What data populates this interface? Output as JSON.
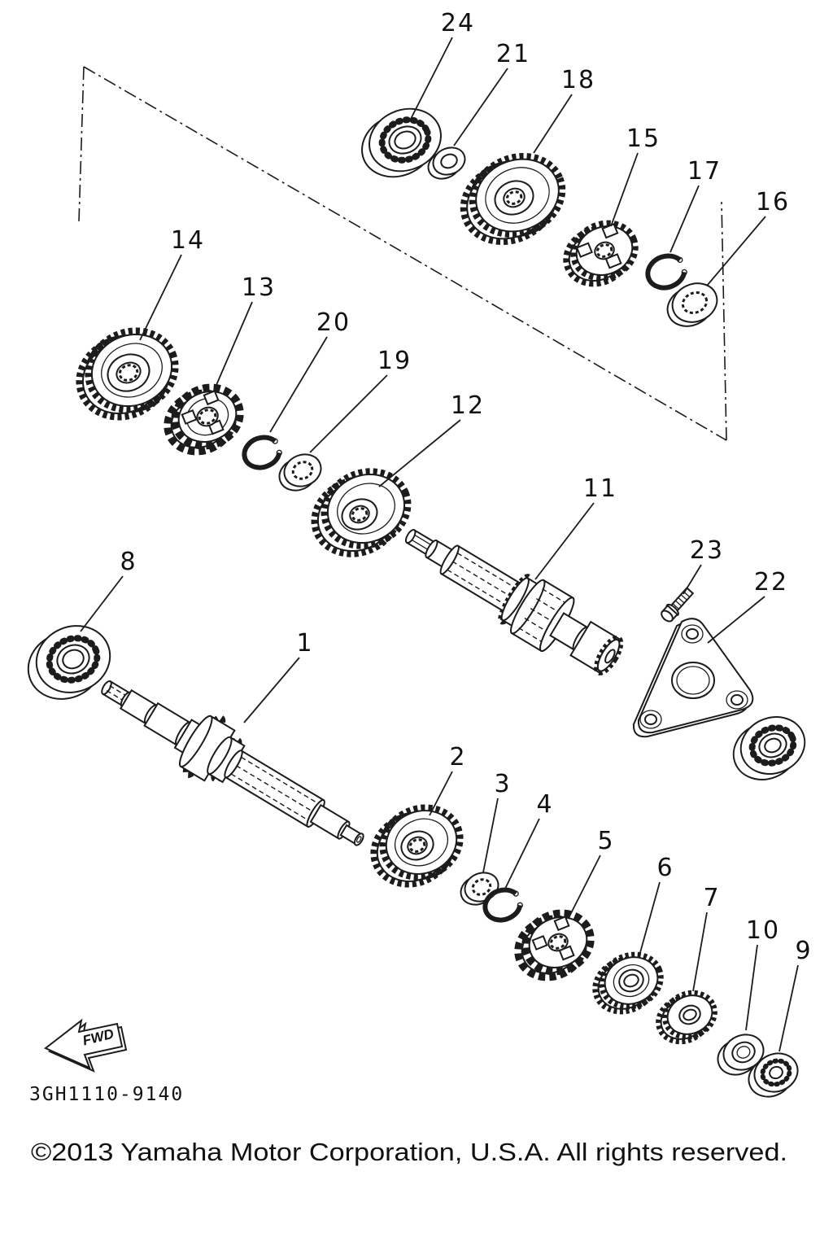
{
  "diagram": {
    "code": "3GH1110-9140",
    "copyright": "©2013 Yamaha Motor Corporation, U.S.A. All rights reserved.",
    "fwd_label": "FWD",
    "ink_color": "#1c1c1c",
    "paper_color": "#ffffff"
  },
  "parts": [
    {
      "label": "1"
    },
    {
      "label": "2"
    },
    {
      "label": "3"
    },
    {
      "label": "4"
    },
    {
      "label": "5"
    },
    {
      "label": "6"
    },
    {
      "label": "7"
    },
    {
      "label": "8"
    },
    {
      "label": "9"
    },
    {
      "label": "10"
    },
    {
      "label": "11"
    },
    {
      "label": "12"
    },
    {
      "label": "13"
    },
    {
      "label": "14"
    },
    {
      "label": "15"
    },
    {
      "label": "16"
    },
    {
      "label": "17"
    },
    {
      "label": "18"
    },
    {
      "label": "19"
    },
    {
      "label": "20"
    },
    {
      "label": "21"
    },
    {
      "label": "22"
    },
    {
      "label": "23"
    },
    {
      "label": "24"
    }
  ]
}
